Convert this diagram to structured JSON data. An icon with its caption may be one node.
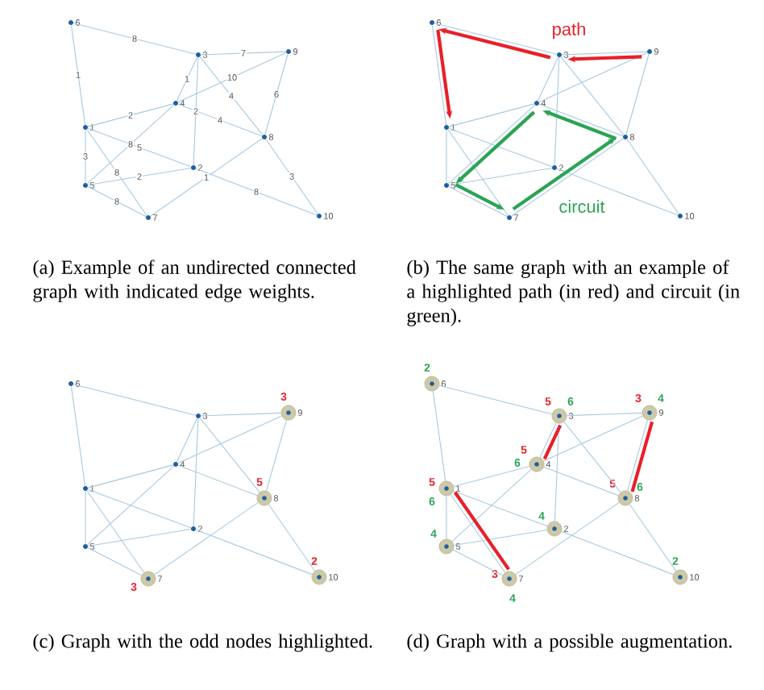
{
  "diagram": {
    "nodes": [
      {
        "text": [
          "1"
        ]
      },
      {
        "text": [
          "2"
        ]
      },
      {
        "text": [
          "3"
        ]
      },
      {
        "text": [
          "4"
        ]
      },
      {
        "text": [
          "5"
        ]
      },
      {
        "text": [
          "6"
        ]
      },
      {
        "text": [
          "7"
        ]
      },
      {
        "text": [
          "8"
        ]
      },
      {
        "text": [
          "9"
        ]
      },
      {
        "text": [
          "10"
        ]
      },
      {
        "text": [
          "1"
        ]
      },
      {
        "text": [
          "2"
        ]
      },
      {
        "text": [
          "3"
        ]
      },
      {
        "text": [
          "4"
        ]
      },
      {
        "text": [
          "5"
        ]
      },
      {
        "text": [
          "6"
        ]
      },
      {
        "text": [
          "7"
        ]
      },
      {
        "text": [
          "8"
        ]
      },
      {
        "text": [
          "9"
        ]
      },
      {
        "text": [
          "10"
        ]
      },
      {
        "text": [
          "1"
        ]
      },
      {
        "text": [
          "2"
        ]
      },
      {
        "text": [
          "3"
        ]
      },
      {
        "text": [
          "4"
        ]
      },
      {
        "text": [
          "5"
        ]
      },
      {
        "text": [
          "6"
        ]
      },
      {
        "text": [
          "7"
        ],
        "beside": [
          "3"
        ]
      },
      {
        "text": [
          "8"
        ],
        "beside": [
          "5"
        ]
      },
      {
        "text": [
          "9"
        ],
        "beside": [
          "3"
        ]
      },
      {
        "text": [
          "10"
        ],
        "beside": [
          "2"
        ]
      },
      {
        "text": [
          "1"
        ],
        "beside": [
          "5",
          "6"
        ]
      },
      {
        "text": [
          "2"
        ],
        "beside": [
          "4"
        ]
      },
      {
        "text": [
          "3"
        ],
        "beside": [
          "5",
          "6"
        ]
      },
      {
        "text": [
          "4"
        ],
        "beside": [
          "5",
          "6"
        ]
      },
      {
        "text": [
          "5"
        ],
        "beside": [
          "4"
        ]
      },
      {
        "text": [
          "6"
        ],
        "beside": [
          "2"
        ]
      },
      {
        "text": [
          "7"
        ],
        "beside": [
          "3",
          "4"
        ]
      },
      {
        "text": [
          "8"
        ],
        "beside": [
          "5",
          "6"
        ]
      },
      {
        "text": [
          "9"
        ],
        "beside": [
          "3",
          "4"
        ]
      },
      {
        "text": [
          "10"
        ],
        "beside": [
          "2"
        ]
      }
    ],
    "edges": [
      {
        "from": 5,
        "to": 2,
        "arrow": "none",
        "label": "8"
      },
      {
        "from": 5,
        "to": 0,
        "arrow": "none",
        "label": "1"
      },
      {
        "from": 2,
        "to": 8,
        "arrow": "none",
        "label": "7"
      },
      {
        "from": 2,
        "to": 3,
        "arrow": "none",
        "label": "1"
      },
      {
        "from": 3,
        "to": 8,
        "arrow": "none",
        "label": "10"
      },
      {
        "from": 2,
        "to": 7,
        "arrow": "none",
        "label": "4"
      },
      {
        "from": 7,
        "to": 8,
        "arrow": "none",
        "label": "6"
      },
      {
        "from": 3,
        "to": 0,
        "arrow": "none",
        "label": "2"
      },
      {
        "from": 2,
        "to": 1,
        "arrow": "none",
        "label": "2"
      },
      {
        "from": 3,
        "to": 7,
        "arrow": "none",
        "label": "4"
      },
      {
        "from": 0,
        "to": 1,
        "arrow": "none",
        "label": "5"
      },
      {
        "from": 3,
        "to": 4,
        "arrow": "none",
        "label": "8"
      },
      {
        "from": 0,
        "to": 4,
        "arrow": "none",
        "label": "3"
      },
      {
        "from": 0,
        "to": 6,
        "arrow": "none",
        "label": "8"
      },
      {
        "from": 4,
        "to": 1,
        "arrow": "none",
        "label": "2"
      },
      {
        "from": 6,
        "to": 7,
        "arrow": "none",
        "label": "1"
      },
      {
        "from": 1,
        "to": 9,
        "arrow": "none",
        "label": "8"
      },
      {
        "from": 4,
        "to": 6,
        "arrow": "none",
        "label": "8"
      },
      {
        "from": 7,
        "to": 9,
        "arrow": "none",
        "label": "3"
      },
      {
        "from": 15,
        "to": 12,
        "arrow": "none"
      },
      {
        "from": 15,
        "to": 10,
        "arrow": "none"
      },
      {
        "from": 12,
        "to": 18,
        "arrow": "none"
      },
      {
        "from": 12,
        "to": 13,
        "arrow": "none"
      },
      {
        "from": 13,
        "to": 18,
        "arrow": "none"
      },
      {
        "from": 12,
        "to": 17,
        "arrow": "none"
      },
      {
        "from": 17,
        "to": 18,
        "arrow": "none"
      },
      {
        "from": 13,
        "to": 10,
        "arrow": "none"
      },
      {
        "from": 12,
        "to": 11,
        "arrow": "none"
      },
      {
        "from": 13,
        "to": 17,
        "arrow": "none"
      },
      {
        "from": 10,
        "to": 11,
        "arrow": "none"
      },
      {
        "from": 13,
        "to": 14,
        "arrow": "none"
      },
      {
        "from": 10,
        "to": 14,
        "arrow": "none"
      },
      {
        "from": 10,
        "to": 16,
        "arrow": "none"
      },
      {
        "from": 14,
        "to": 11,
        "arrow": "none"
      },
      {
        "from": 16,
        "to": 17,
        "arrow": "none"
      },
      {
        "from": 11,
        "to": 19,
        "arrow": "none"
      },
      {
        "from": 14,
        "to": 16,
        "arrow": "none"
      },
      {
        "from": 17,
        "to": 19,
        "arrow": "none"
      },
      {
        "from": 18,
        "to": 12,
        "arrow": "to",
        "style": "thick",
        "color": "#e8202a"
      },
      {
        "from": 12,
        "to": 15,
        "arrow": "to",
        "style": "thick",
        "color": "#e8202a"
      },
      {
        "from": 15,
        "to": 10,
        "arrow": "to",
        "style": "thick",
        "color": "#e8202a"
      },
      {
        "from": 14,
        "to": 16,
        "arrow": "to",
        "style": "thick",
        "color": "#2aa455"
      },
      {
        "from": 16,
        "to": 17,
        "arrow": "to",
        "style": "thick",
        "color": "#2aa455"
      },
      {
        "from": 17,
        "to": 13,
        "arrow": "to",
        "style": "thick",
        "color": "#2aa455"
      },
      {
        "from": 13,
        "to": 14,
        "arrow": "to",
        "style": "thick",
        "color": "#2aa455"
      },
      {
        "from": 25,
        "to": 22,
        "arrow": "none"
      },
      {
        "from": 25,
        "to": 20,
        "arrow": "none"
      },
      {
        "from": 22,
        "to": 28,
        "arrow": "none"
      },
      {
        "from": 22,
        "to": 23,
        "arrow": "none"
      },
      {
        "from": 23,
        "to": 28,
        "arrow": "none"
      },
      {
        "from": 22,
        "to": 27,
        "arrow": "none"
      },
      {
        "from": 27,
        "to": 28,
        "arrow": "none"
      },
      {
        "from": 23,
        "to": 20,
        "arrow": "none"
      },
      {
        "from": 22,
        "to": 21,
        "arrow": "none"
      },
      {
        "from": 23,
        "to": 27,
        "arrow": "none"
      },
      {
        "from": 20,
        "to": 21,
        "arrow": "none"
      },
      {
        "from": 23,
        "to": 24,
        "arrow": "none"
      },
      {
        "from": 20,
        "to": 24,
        "arrow": "none"
      },
      {
        "from": 20,
        "to": 26,
        "arrow": "none"
      },
      {
        "from": 24,
        "to": 21,
        "arrow": "none"
      },
      {
        "from": 26,
        "to": 27,
        "arrow": "none"
      },
      {
        "from": 21,
        "to": 29,
        "arrow": "none"
      },
      {
        "from": 24,
        "to": 26,
        "arrow": "none"
      },
      {
        "from": 27,
        "to": 29,
        "arrow": "none"
      },
      {
        "from": 35,
        "to": 32,
        "arrow": "none"
      },
      {
        "from": 35,
        "to": 30,
        "arrow": "none"
      },
      {
        "from": 32,
        "to": 38,
        "arrow": "none"
      },
      {
        "from": 32,
        "to": 33,
        "arrow": "none"
      },
      {
        "from": 33,
        "to": 38,
        "arrow": "none"
      },
      {
        "from": 32,
        "to": 37,
        "arrow": "none"
      },
      {
        "from": 37,
        "to": 38,
        "arrow": "none"
      },
      {
        "from": 33,
        "to": 30,
        "arrow": "none"
      },
      {
        "from": 32,
        "to": 31,
        "arrow": "none"
      },
      {
        "from": 33,
        "to": 37,
        "arrow": "none"
      },
      {
        "from": 30,
        "to": 31,
        "arrow": "none"
      },
      {
        "from": 33,
        "to": 34,
        "arrow": "none"
      },
      {
        "from": 30,
        "to": 34,
        "arrow": "none"
      },
      {
        "from": 30,
        "to": 36,
        "arrow": "none"
      },
      {
        "from": 34,
        "to": 31,
        "arrow": "none"
      },
      {
        "from": 36,
        "to": 37,
        "arrow": "none"
      },
      {
        "from": 31,
        "to": 39,
        "arrow": "none"
      },
      {
        "from": 34,
        "to": 36,
        "arrow": "none"
      },
      {
        "from": 37,
        "to": 39,
        "arrow": "none"
      },
      {
        "from": 32,
        "to": 33,
        "arrow": "none",
        "style": "thick",
        "color": "#e8202a"
      },
      {
        "from": 30,
        "to": 36,
        "arrow": "none",
        "style": "thick",
        "color": "#e8202a"
      },
      {
        "from": 38,
        "to": 37,
        "arrow": "none",
        "style": "thick",
        "color": "#e8202a"
      }
    ],
    "labels": [
      "path",
      "circuit",
      "(a) Example of an undirected connected graph with indicated edge weights.",
      "(b) The same graph with an example of a highlighted path (in red) and circuit (in green).",
      "(c) Graph with the odd nodes highlighted.",
      "(d) Graph with a possible augmentation."
    ]
  }
}
